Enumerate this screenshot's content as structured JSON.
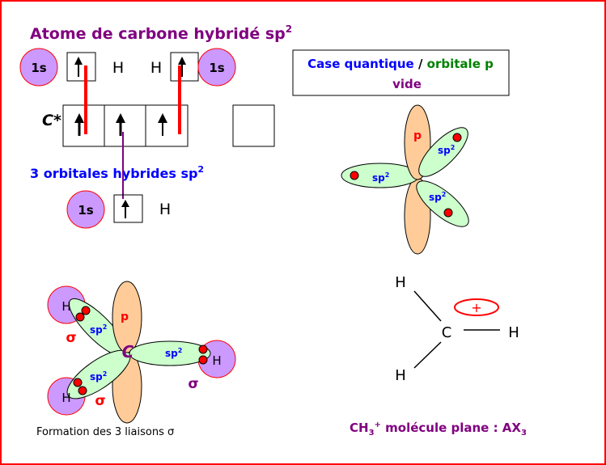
{
  "title": {
    "text": "Atome de carbone hybridé sp",
    "sup": "2"
  },
  "orbital_1s": "1s",
  "h": "H",
  "carbon_excited": "C*",
  "hybrid_label": {
    "text": "3 orbitales hybrides sp",
    "sup": "2"
  },
  "legend_box": {
    "part1": "Case quantique",
    "sep": " / ",
    "part2": "orbitale p",
    "line2": "vide"
  },
  "p_label": "p",
  "sp2": {
    "text": "sp",
    "sup": "2"
  },
  "carbon": "C",
  "sigma": "σ",
  "formation_caption": "Formation des 3 liaisons σ",
  "plus": "+",
  "molecule_caption": {
    "a": "CH",
    "sub1": "3",
    "sup": "+",
    "b": " molécule plane : AX",
    "sub2": "3"
  },
  "colors": {
    "border": "#ff0000",
    "purple": "#800080",
    "blue": "#0000ff",
    "green": "#008000",
    "h_fill": "#cc99ff",
    "p_fill": "#ffcc99",
    "sp2_fill": "#ccffcc",
    "red": "#ff0000"
  }
}
